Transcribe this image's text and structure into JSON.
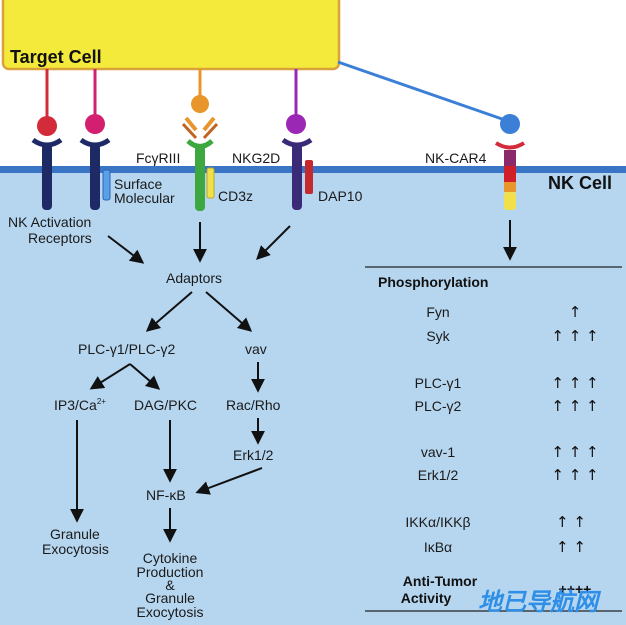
{
  "labels": {
    "target_cell": "Target Cell",
    "nk_cell": "NK Cell",
    "fcgriii": "FcγRIII",
    "nkg2d": "NKG2D",
    "nk_car4": "NK-CAR4",
    "surface_1": "Surface",
    "surface_2": "Molecular",
    "cd3z": "CD3z",
    "dap10": "DAP10",
    "nk_act_1": "NK Activation",
    "nk_act_2": "Receptors",
    "adaptors": "Adaptors",
    "plc": "PLC-γ1/PLC-γ2",
    "vav": "vav",
    "ip3": "IP3/Ca",
    "ip3_sup": "2+",
    "dag": "DAG/PKC",
    "racrho": "Rac/Rho",
    "erk": "Erk1/2",
    "nfkb": "NF-κB",
    "granule_1": "Granule",
    "granule_2": "Exocytosis",
    "cyto_1": "Cytokine",
    "cyto_2": "Production",
    "cyto_3": "&",
    "cyto_4": "Granule",
    "cyto_5": "Exocytosis"
  },
  "phosphorylation": {
    "title": "Phosphorylation",
    "rows": [
      {
        "name": "Fyn",
        "arrows": "↑"
      },
      {
        "name": "Syk",
        "arrows": "↑  ↑  ↑"
      },
      {
        "name": "PLC-γ1",
        "arrows": "↑  ↑  ↑"
      },
      {
        "name": "PLC-γ2",
        "arrows": "↑  ↑  ↑"
      },
      {
        "name": "vav-1",
        "arrows": "↑  ↑  ↑"
      },
      {
        "name": "Erk1/2",
        "arrows": "↑  ↑  ↑"
      },
      {
        "name": "IKKα/IKKβ",
        "arrows": "↑  ↑"
      },
      {
        "name": "IκBα",
        "arrows": "↑  ↑"
      }
    ],
    "anti_tumor_1": "Anti-Tumor",
    "anti_tumor_2": "Activity",
    "anti_tumor_value": "++++"
  },
  "watermark": "地已导航网",
  "colors": {
    "target_fill": "#f4ea3c",
    "target_border": "#d9a23a",
    "cell_fill": "#b6d6f0",
    "membrane": "#3a74c4",
    "receptor_navy": "#1e2a66",
    "ligand_red": "#d32b3a",
    "ligand_magenta": "#d31f6f",
    "ligand_orange": "#e8962c",
    "ligand_purple": "#9a28b4",
    "ligand_blue": "#3b7fd6",
    "cd3z_green": "#3ea840",
    "dap10_red": "#c62a2f"
  }
}
